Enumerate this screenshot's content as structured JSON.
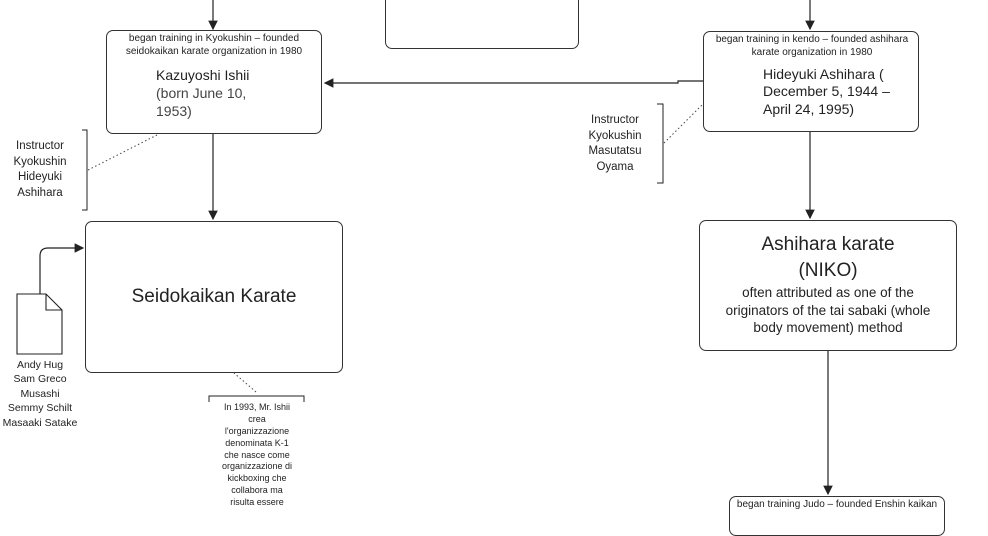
{
  "nodes": {
    "ishii": {
      "caption": "began training in Kyokushin – founded seidokaikan  karate organization in 1980",
      "name": "Kazuyoshi Ishii",
      "dates": "(born June 10,\n1953)"
    },
    "ashihara": {
      "caption": "began training in kendo – founded ashihara karate organization in 1980",
      "name": "Hideyuki Ashihara (",
      "dates": "December 5, 1944 –\nApril 24, 1995)"
    },
    "seidokaikan": {
      "title": "Seidokaikan Karate"
    },
    "ashihara_karate": {
      "title": "Ashihara karate",
      "subtitle": "(NIKO)",
      "description": "often attributed as one of the originators of the tai sabaki (whole body movement) method"
    },
    "enshin": {
      "caption": "began training Judo – founded Enshin kaikan"
    }
  },
  "annotations": {
    "ishii_instructor": "Instructor\nKyokushin\nHideyuki\nAshihara",
    "ashihara_instructor": "Instructor\nKyokushin\nMasutatsu\nOyama",
    "fighters": "Andy Hug\nSam Greco\nMusashi\nSemmy Schilt\nMasaaki Satake",
    "k1_note": "In 1993, Mr. Ishii\ncrea\nl'organizzazione\ndenominata  K-1\nche nasce come\norganizzazione di\nkickboxing  che\ncollabora ma\nrisulta essere"
  },
  "colors": {
    "line": "#333333",
    "text": "#222222",
    "background": "#ffffff"
  },
  "icons": {
    "document": "document-icon"
  }
}
